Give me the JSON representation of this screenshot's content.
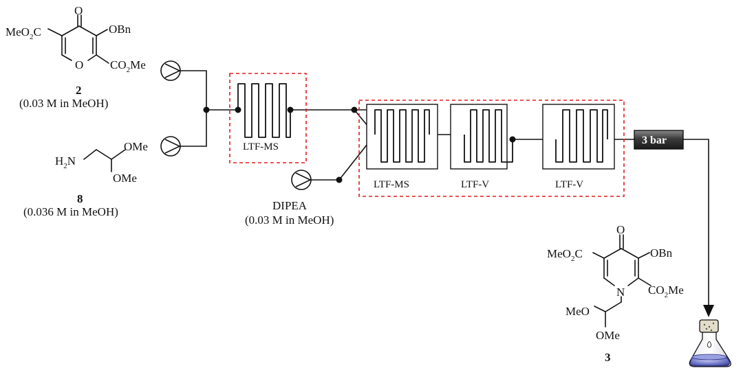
{
  "reagents": {
    "pyranone": {
      "number": "2",
      "concentration": "(0.03 M in MeOH)",
      "groups": {
        "left_ester": "MeO",
        "left_ester_c": "C",
        "carbonyl_o": "O",
        "obn": "OBn",
        "ring_o": "O",
        "right_ester": "CO",
        "right_ester_me": "Me"
      }
    },
    "amine": {
      "number": "8",
      "concentration": "(0.036 M in MeOH)",
      "groups": {
        "h2n": "H",
        "h2n_n": "N",
        "ome_top": "OMe",
        "ome_bottom": "OMe"
      }
    },
    "base": {
      "name": "DIPEA",
      "concentration": "(0.03 M in MeOH)"
    }
  },
  "reactors": {
    "first": "LTF-MS",
    "module_1": "LTF-MS",
    "module_2": "LTF-V",
    "module_3": "LTF-V"
  },
  "pressure_regulator": "3 bar",
  "product": {
    "number": "3",
    "groups": {
      "left_ester": "MeO",
      "left_ester_c": "C",
      "carbonyl_o": "O",
      "obn": "OBn",
      "ring_n": "N",
      "right_ester": "CO",
      "right_ester_me": "Me",
      "meo": "MeO",
      "ome": "OMe"
    }
  },
  "colors": {
    "dashed_outline": "#e31b1b",
    "regulator": "#3a3a3a",
    "flask_liquid": "#4a52a8"
  }
}
